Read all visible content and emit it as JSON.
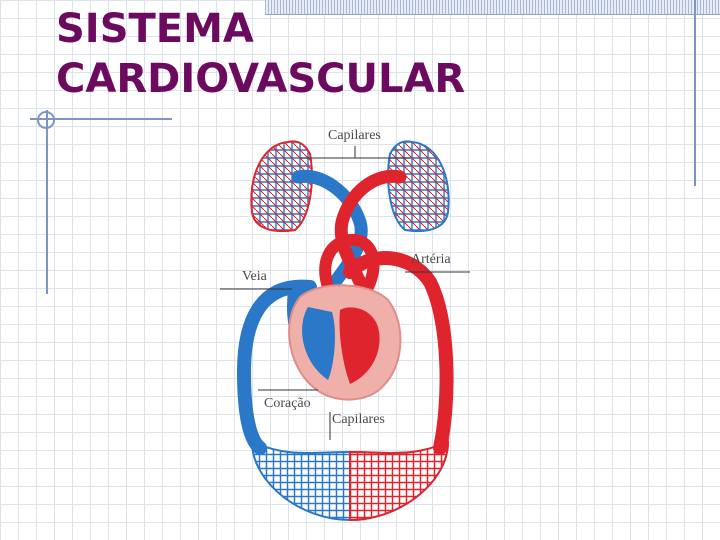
{
  "slide": {
    "title_line1": "SISTEMA",
    "title_line2": "CARDIOVASCULAR"
  },
  "diagram": {
    "labels": {
      "capilares_top": "Capilares",
      "arteria": "Artéria",
      "veia": "Veia",
      "coracao": "Coração",
      "capilares_bottom": "Capilares"
    }
  },
  "colors": {
    "title": "#6b0a5e",
    "arterial": "#e0242e",
    "venous": "#2b78c8",
    "heart_wall": "#f0b0aa"
  }
}
